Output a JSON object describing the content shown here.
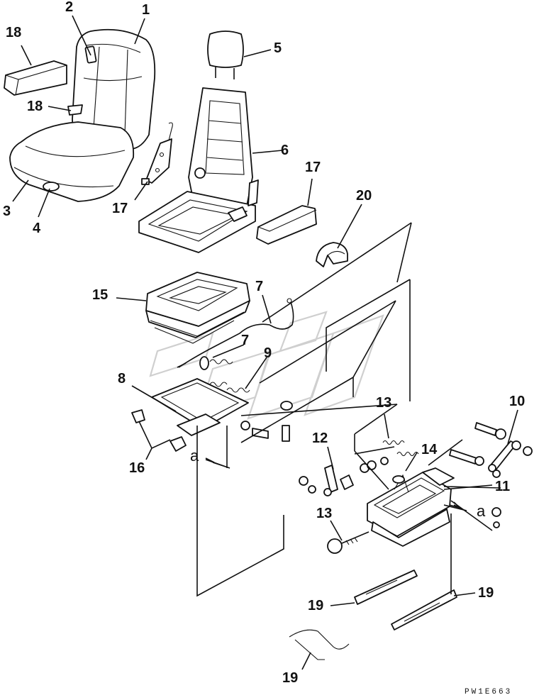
{
  "diagram": {
    "callouts": [
      {
        "key": "c1",
        "text": "1"
      },
      {
        "key": "c2",
        "text": "2"
      },
      {
        "key": "c3",
        "text": "3"
      },
      {
        "key": "c4",
        "text": "4"
      },
      {
        "key": "c5",
        "text": "5"
      },
      {
        "key": "c6",
        "text": "6"
      },
      {
        "key": "c7a",
        "text": "7"
      },
      {
        "key": "c7b",
        "text": "7"
      },
      {
        "key": "c8",
        "text": "8"
      },
      {
        "key": "c9",
        "text": "9"
      },
      {
        "key": "c10",
        "text": "10"
      },
      {
        "key": "c11",
        "text": "11"
      },
      {
        "key": "c12",
        "text": "12"
      },
      {
        "key": "c13a",
        "text": "13"
      },
      {
        "key": "c13b",
        "text": "13"
      },
      {
        "key": "c14",
        "text": "14"
      },
      {
        "key": "c15",
        "text": "15"
      },
      {
        "key": "c16",
        "text": "16"
      },
      {
        "key": "c17a",
        "text": "17"
      },
      {
        "key": "c17b",
        "text": "17"
      },
      {
        "key": "c18a",
        "text": "18"
      },
      {
        "key": "c18b",
        "text": "18"
      },
      {
        "key": "c19a",
        "text": "19"
      },
      {
        "key": "c19b",
        "text": "19"
      },
      {
        "key": "c19c",
        "text": "19"
      },
      {
        "key": "c20",
        "text": "20"
      }
    ],
    "reference_marks": [
      {
        "key": "ra1",
        "text": "a"
      },
      {
        "key": "ra2",
        "text": "a"
      }
    ],
    "drawing_code": "PW1E663"
  }
}
